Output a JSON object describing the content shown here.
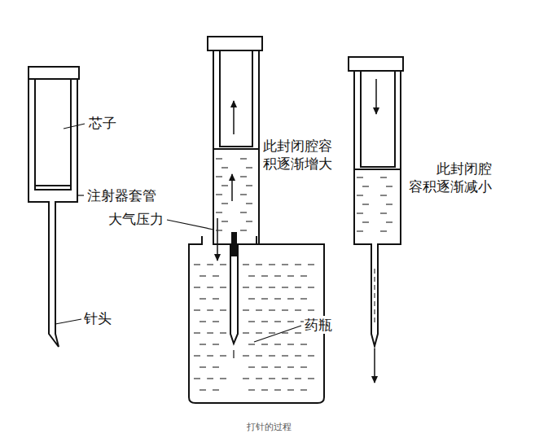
{
  "diagram": {
    "caption": "打针的过程",
    "labels": [
      "芯子",
      "注射器套管",
      "大气压力",
      "针头",
      "此封闭腔容 积逐渐增大",
      "药瓶",
      "此封闭腔 容积逐渐减小"
    ]
  }
}
